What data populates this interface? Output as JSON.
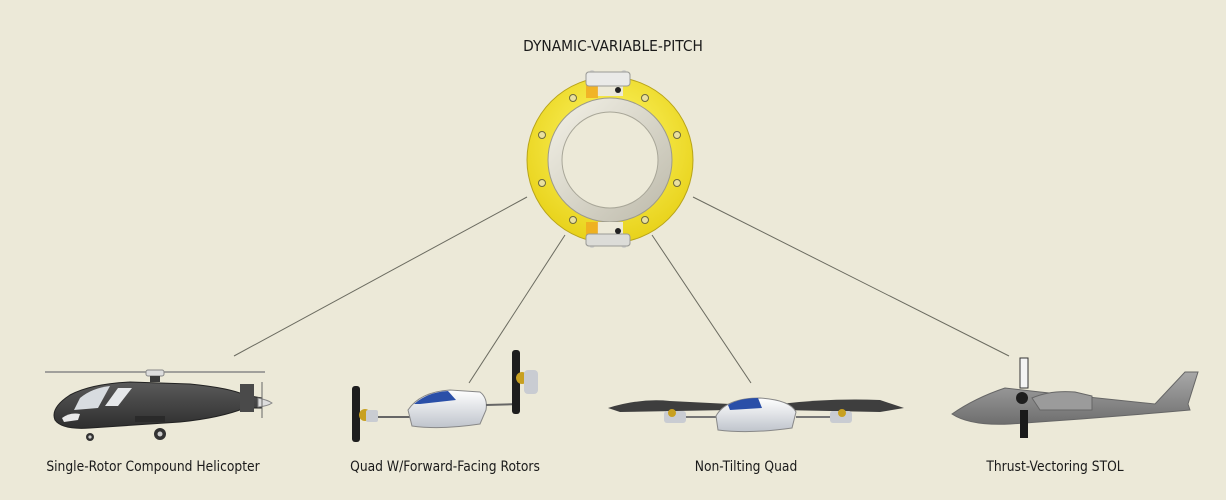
{
  "diagram": {
    "title": "DYNAMIC-VARIABLE-PITCH",
    "center_node": {
      "name": "variable-pitch hub ring",
      "colors": {
        "ring": "#f2e33a",
        "inner_ring": "#d6d3c4",
        "clamp": "#e8e8e8"
      }
    },
    "nodes": [
      {
        "id": "helicopter",
        "label": "Single-Rotor Compound Helicopter"
      },
      {
        "id": "quad-forward",
        "label": "Quad W/Forward-Facing Rotors"
      },
      {
        "id": "quad-non-tilting",
        "label": "Non-Tilting Quad"
      },
      {
        "id": "stol",
        "label": "Thrust-Vectoring STOL"
      }
    ],
    "edges": [
      {
        "from": "center_node",
        "to": "helicopter"
      },
      {
        "from": "center_node",
        "to": "quad-forward"
      },
      {
        "from": "center_node",
        "to": "quad-non-tilting"
      },
      {
        "from": "center_node",
        "to": "stol"
      }
    ],
    "colors": {
      "background": "#ece9d8",
      "line": "#6b6b60",
      "text": "#1a1a1a"
    }
  }
}
